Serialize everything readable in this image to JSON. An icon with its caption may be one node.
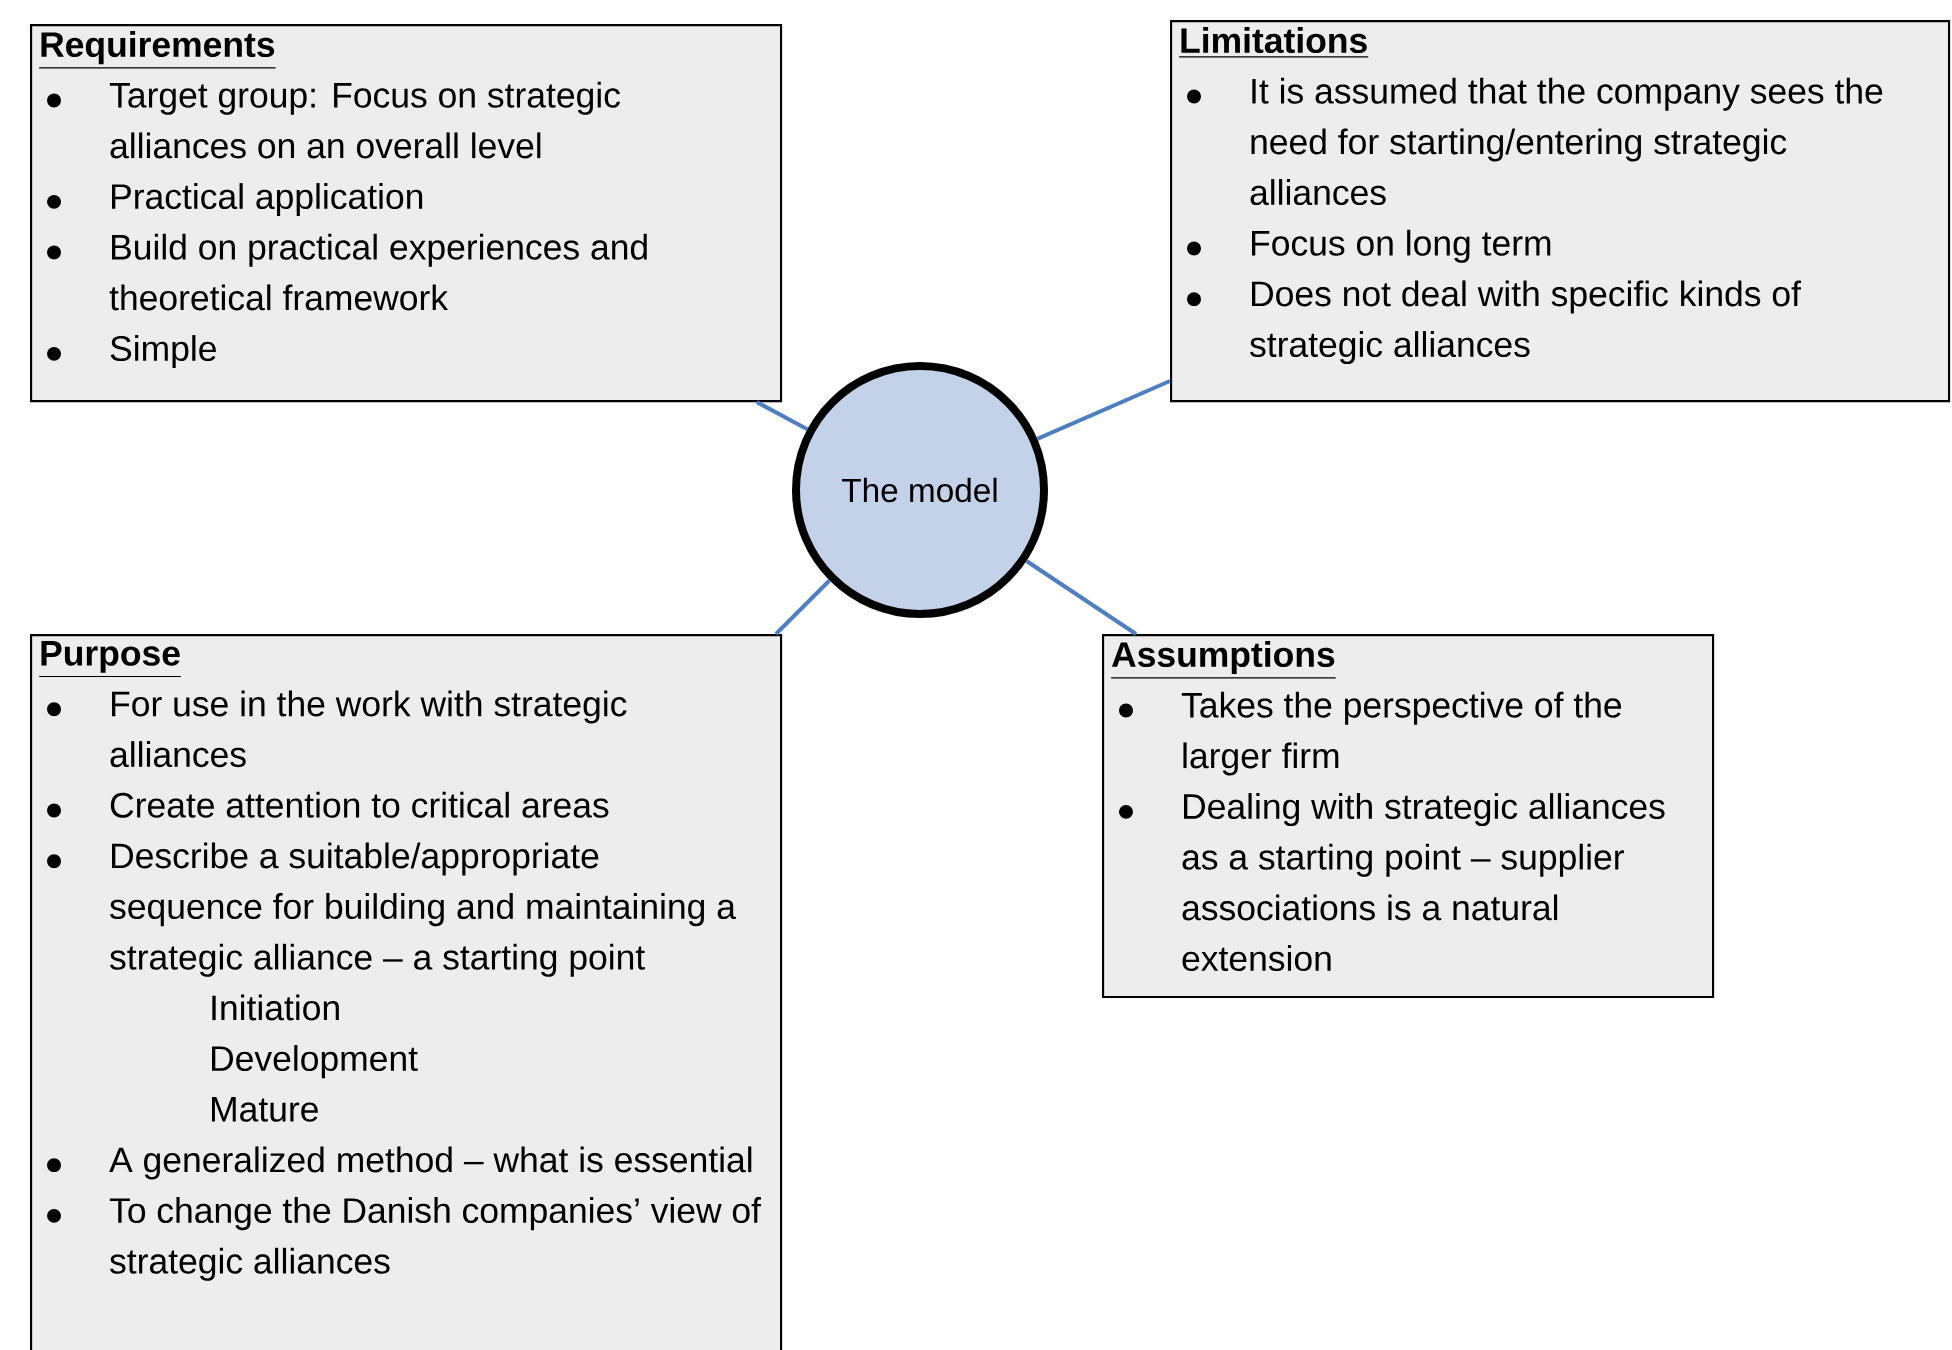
{
  "diagram": {
    "nodes": [
      {
        "text": [
          "Requirements",
          "Target group: Focus on strategic alliances on an overall level",
          "Practical application",
          "Build on practical experiences and theoretical framework",
          "Simple"
        ]
      },
      {
        "text": [
          "Limitations",
          "It is assumed that the company sees the need for starting/entering strategic alliances",
          "Focus on long term",
          "Does not deal with specific kinds of strategic alliances"
        ]
      },
      {
        "text": [
          "The model"
        ]
      },
      {
        "text": [
          "Purpose",
          "For use in the work with strategic alliances",
          "Create attention to critical areas",
          "Describe a suitable/appropriate sequence for building and maintaining a strategic alliance – a starting point",
          "Initiation",
          "Development",
          "Mature",
          "A generalized method – what is essential",
          "To change the Danish companies’ view of strategic alliances"
        ]
      },
      {
        "text": [
          "Assumptions",
          "Takes the perspective of the larger firm",
          "Dealing with strategic alliances as a starting point – supplier associations is a natural extension"
        ]
      }
    ],
    "edges": [
      {
        "from": 2,
        "to": 0,
        "arrow": "none"
      },
      {
        "from": 2,
        "to": 1,
        "arrow": "none"
      },
      {
        "from": 2,
        "to": 3,
        "arrow": "none"
      },
      {
        "from": 2,
        "to": 4,
        "arrow": "none"
      }
    ]
  }
}
